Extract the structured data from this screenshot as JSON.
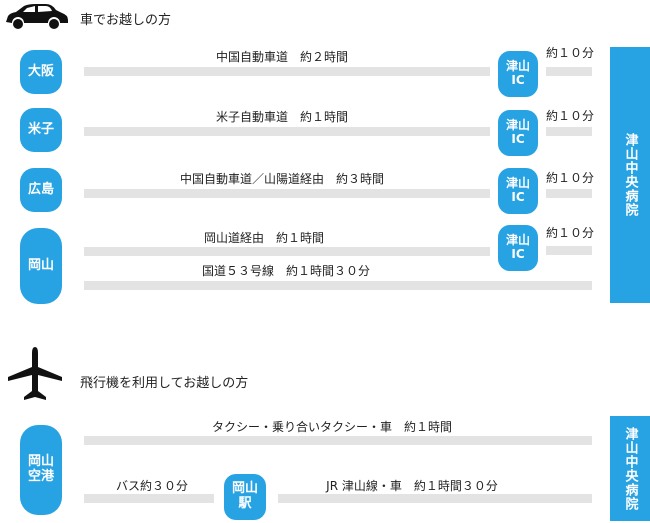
{
  "car_section": {
    "heading": "車でお越しの方",
    "hospital": "津山中央病院",
    "routes": [
      {
        "origin": "大阪",
        "label": "中国自動車道　約２時間",
        "ic_line1": "津山",
        "ic_line2": "IC",
        "time": "約１０分"
      },
      {
        "origin": "米子",
        "label": "米子自動車道　約１時間",
        "ic_line1": "津山",
        "ic_line2": "IC",
        "time": "約１０分"
      },
      {
        "origin": "広島",
        "label": "中国自動車道／山陽道経由　約３時間",
        "ic_line1": "津山",
        "ic_line2": "IC",
        "time": "約１０分"
      },
      {
        "origin": "岡山",
        "label": "岡山道経由　約１時間",
        "ic_line1": "津山",
        "ic_line2": "IC",
        "time": "約１０分",
        "alt_label": "国道５３号線　約１時間３０分"
      }
    ]
  },
  "plane_section": {
    "heading": "飛行機を利用してお越しの方",
    "hospital": "津山中央病院",
    "origin_line1": "岡山",
    "origin_line2": "空港",
    "route1_label": "タクシー・乗り合いタクシー・車　約１時間",
    "bus_label": "バス約３０分",
    "station_line1": "岡山",
    "station_line2": "駅",
    "train_label": "JR 津山線・車　約１時間３０分"
  }
}
